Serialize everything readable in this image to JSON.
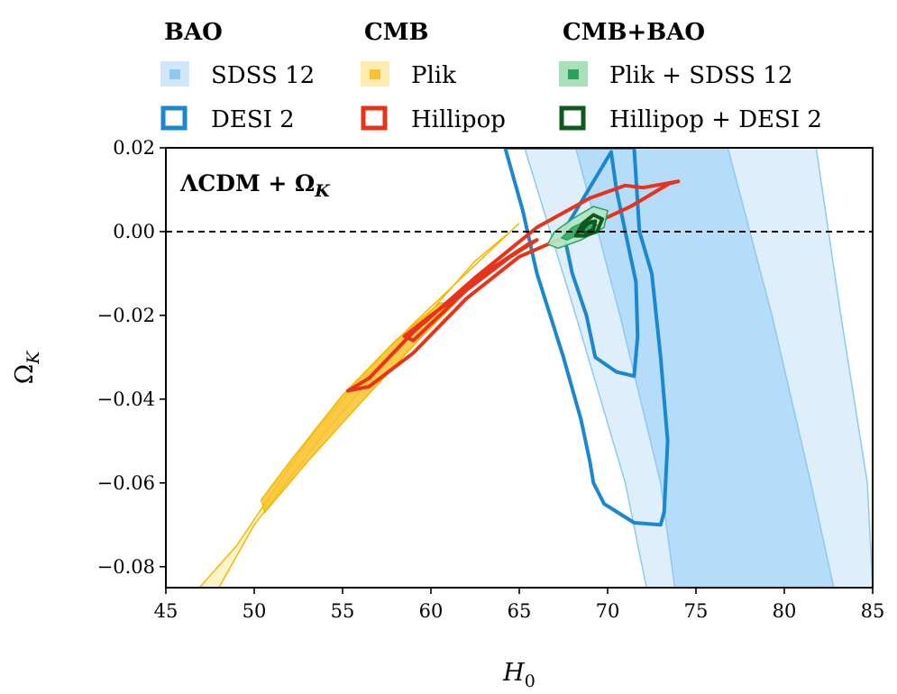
{
  "chart_data": {
    "type": "contour",
    "xlabel": "H0",
    "ylabel": "ΩK",
    "xlim": [
      45,
      85
    ],
    "ylim": [
      -0.085,
      0.02
    ],
    "x_ticks": [
      "45",
      "50",
      "55",
      "60",
      "65",
      "70",
      "75",
      "80",
      "85"
    ],
    "y_ticks": [
      "0.02",
      "0.00",
      "−0.02",
      "−0.04",
      "−0.06",
      "−0.08"
    ],
    "x_tick_values": [
      45,
      50,
      55,
      60,
      65,
      70,
      75,
      80,
      85
    ],
    "y_tick_values": [
      0.02,
      0.0,
      -0.02,
      -0.04,
      -0.06,
      -0.08
    ],
    "reference_line": {
      "y": 0.0,
      "style": "dashed"
    },
    "annotation": "ΛCDM + ΩK",
    "grid": false,
    "legend_placement": "top",
    "legend_groups": [
      {
        "title": "BAO",
        "entries": [
          {
            "label": "SDSS 12",
            "style": "filled",
            "fill": "#cfe7f9",
            "inner": "#8ec9f2",
            "edge": "#8ec9f2"
          },
          {
            "label": "DESI 2",
            "style": "outline",
            "edge": "#1a87d1"
          }
        ]
      },
      {
        "title": "CMB",
        "entries": [
          {
            "label": "Plik",
            "style": "filled",
            "fill": "#fdebb0",
            "inner": "#f9c22e",
            "edge": "#f9c22e"
          },
          {
            "label": "Hillipop",
            "style": "outline",
            "edge": "#e8321a"
          }
        ]
      },
      {
        "title": "CMB+BAO",
        "entries": [
          {
            "label": "Plik + SDSS 12",
            "style": "filled",
            "fill": "#a8e0bc",
            "inner": "#2aa35a",
            "edge": "#2aa35a"
          },
          {
            "label": "Hillipop + DESI 2",
            "style": "outline",
            "edge": "#0d5a1c"
          }
        ]
      }
    ],
    "series": [
      {
        "name": "SDSS 12",
        "style": "filled",
        "fill_outer": "#dceefb",
        "fill_inner": "#aed8f7",
        "edge": "#8ec9f2",
        "contours": [
          {
            "level": "95%",
            "points": [
              [
                65.3,
                0.02
              ],
              [
                68.2,
                -0.02
              ],
              [
                71.0,
                -0.06
              ],
              [
                72.2,
                -0.085
              ],
              [
                85.0,
                -0.085
              ],
              [
                84.7,
                -0.06
              ],
              [
                83.2,
                -0.02
              ],
              [
                81.8,
                0.02
              ]
            ]
          },
          {
            "level": "68%",
            "points": [
              [
                68.2,
                0.02
              ],
              [
                70.7,
                -0.02
              ],
              [
                73.0,
                -0.06
              ],
              [
                73.8,
                -0.085
              ],
              [
                82.8,
                -0.085
              ],
              [
                81.5,
                -0.06
              ],
              [
                79.3,
                -0.02
              ],
              [
                76.8,
                0.02
              ]
            ]
          }
        ]
      },
      {
        "name": "DESI 2",
        "style": "outline",
        "edge": "#1a87d1",
        "contours": [
          {
            "level": "95%",
            "points": [
              [
                64.2,
                0.02
              ],
              [
                65.2,
                0.005
              ],
              [
                66.0,
                -0.01
              ],
              [
                67.5,
                -0.03
              ],
              [
                68.5,
                -0.045
              ],
              [
                69.0,
                -0.055
              ],
              [
                69.2,
                -0.06
              ],
              [
                69.8,
                -0.065
              ],
              [
                71.5,
                -0.0695
              ],
              [
                73.0,
                -0.07
              ],
              [
                73.2,
                -0.067
              ],
              [
                73.4,
                -0.05
              ],
              [
                73.0,
                -0.03
              ],
              [
                72.5,
                -0.01
              ],
              [
                71.8,
                0.0
              ],
              [
                71.5,
                0.02
              ]
            ]
          },
          {
            "level": "68%",
            "points": [
              [
                67.5,
                0.0
              ],
              [
                68.0,
                -0.01
              ],
              [
                68.8,
                -0.02
              ],
              [
                69.3,
                -0.03
              ],
              [
                70.5,
                -0.0335
              ],
              [
                71.5,
                -0.0345
              ],
              [
                71.7,
                -0.025
              ],
              [
                71.6,
                -0.012
              ],
              [
                71.0,
                0.0
              ],
              [
                70.5,
                0.01
              ],
              [
                70.2,
                0.019
              ]
            ]
          }
        ]
      },
      {
        "name": "Plik",
        "style": "filled",
        "fill_outer": "#fdf2c6",
        "fill_inner": "#f9c22e",
        "edge": "#f5b800",
        "contours": [
          {
            "level": "95%",
            "points": [
              [
                46.9,
                -0.085
              ],
              [
                49.0,
                -0.075
              ],
              [
                53.0,
                -0.05
              ],
              [
                56.0,
                -0.035
              ],
              [
                59.0,
                -0.022
              ],
              [
                62.0,
                -0.01
              ],
              [
                64.0,
                -0.002
              ],
              [
                65.0,
                0.002
              ],
              [
                64.5,
                0.0
              ],
              [
                62.5,
                -0.007
              ],
              [
                60.0,
                -0.019
              ],
              [
                57.0,
                -0.033
              ],
              [
                54.0,
                -0.048
              ],
              [
                50.0,
                -0.07
              ],
              [
                48.0,
                -0.085
              ]
            ]
          },
          {
            "level": "68%",
            "points": [
              [
                50.4,
                -0.064
              ],
              [
                52.0,
                -0.055
              ],
              [
                55.0,
                -0.039
              ],
              [
                58.0,
                -0.026
              ],
              [
                60.5,
                -0.017
              ],
              [
                61.4,
                -0.017
              ],
              [
                59.5,
                -0.025
              ],
              [
                56.0,
                -0.041
              ],
              [
                53.0,
                -0.055
              ],
              [
                50.6,
                -0.067
              ]
            ]
          }
        ]
      },
      {
        "name": "Hillipop",
        "style": "outline",
        "edge": "#e8321a",
        "contours": [
          {
            "level": "95%",
            "points": [
              [
                55.3,
                -0.038
              ],
              [
                56.5,
                -0.035
              ],
              [
                59.0,
                -0.024
              ],
              [
                62.5,
                -0.011
              ],
              [
                66.0,
                0.001
              ],
              [
                69.0,
                0.008
              ],
              [
                71.0,
                0.011
              ],
              [
                72.0,
                0.0105
              ],
              [
                74.0,
                0.012
              ],
              [
                73.5,
                0.0115
              ],
              [
                71.3,
                0.006
              ],
              [
                68.0,
                -0.0005
              ],
              [
                65.0,
                -0.006
              ],
              [
                62.0,
                -0.016
              ],
              [
                59.0,
                -0.029
              ],
              [
                56.5,
                -0.037
              ]
            ]
          },
          {
            "level": "68%",
            "points": [
              [
                58.5,
                -0.025
              ],
              [
                60.0,
                -0.02
              ],
              [
                62.0,
                -0.014
              ],
              [
                64.5,
                -0.006
              ],
              [
                66.0,
                -0.002
              ],
              [
                65.5,
                -0.003
              ],
              [
                63.0,
                -0.01
              ],
              [
                60.5,
                -0.02
              ],
              [
                59.0,
                -0.026
              ]
            ]
          }
        ]
      },
      {
        "name": "Plik + SDSS 12",
        "style": "filled",
        "fill_outer": "#b4e4c6",
        "fill_inner": "#2aa35a",
        "edge": "#2aa35a",
        "contours": [
          {
            "level": "95%",
            "points": [
              [
                66.6,
                -0.003
              ],
              [
                67.0,
                0.0
              ],
              [
                68.0,
                0.003
              ],
              [
                69.2,
                0.006
              ],
              [
                70.0,
                0.005
              ],
              [
                69.8,
                0.001
              ],
              [
                68.5,
                -0.002
              ],
              [
                67.2,
                -0.004
              ]
            ]
          },
          {
            "level": "68%",
            "points": [
              [
                67.4,
                -0.0015
              ],
              [
                68.0,
                0.001
              ],
              [
                69.0,
                0.003
              ],
              [
                69.4,
                0.0015
              ],
              [
                68.5,
                -0.0005
              ],
              [
                67.7,
                -0.002
              ]
            ]
          }
        ]
      },
      {
        "name": "Hillipop + DESI 2",
        "style": "outline",
        "edge": "#0d5a1c",
        "contours": [
          {
            "level": "95%",
            "points": [
              [
                68.2,
                -0.001
              ],
              [
                68.6,
                0.002
              ],
              [
                69.2,
                0.004
              ],
              [
                69.7,
                0.003
              ],
              [
                69.4,
                0.0
              ],
              [
                68.7,
                -0.001
              ]
            ]
          },
          {
            "level": "68%",
            "points": [
              [
                68.5,
                0.0002
              ],
              [
                68.9,
                0.002
              ],
              [
                69.3,
                0.0025
              ],
              [
                69.2,
                0.0005
              ],
              [
                68.8,
                -0.0003
              ]
            ]
          }
        ]
      }
    ]
  }
}
